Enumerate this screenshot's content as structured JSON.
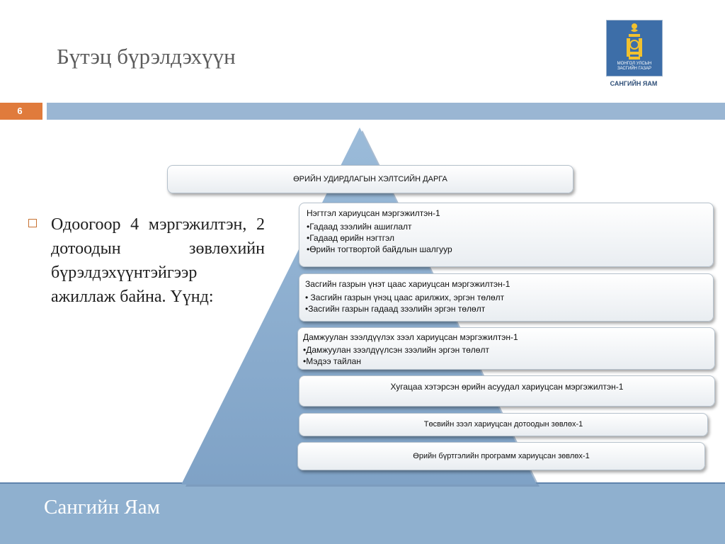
{
  "slide": {
    "title": "Бүтэц бүрэлдэхүүн",
    "number": "6",
    "footer": "Сангийн Яам"
  },
  "logo": {
    "line1": "МОНГОЛ УЛСЫН",
    "line2": "ЗАСГИЙН ГАЗАР",
    "ministry": "САНГИЙН ЯАМ"
  },
  "content": {
    "text": "Одоогоор 4 мэргэжилтэн, 2 дотоодын зөвлөхийн бүрэлдэхүүнтэйгээр ажиллаж байна. Үүнд:"
  },
  "org": {
    "head": "ӨРИЙН УДИРДЛАГЫН ХЭЛТСИЙН ДАРГА",
    "units": [
      {
        "title": "Нэгтгэл хариуцсан мэргэжилтэн-1",
        "items": [
          "•Гадаад зээлийн ашиглалт",
          "•Гадаад өрийн нэгтгэл",
          "•Өрийн тогтвортой байдлын шалгуур"
        ]
      },
      {
        "title": "Засгийн газрын үнэт цаас хариуцсан мэргэжилтэн-1",
        "items": [
          "• Засгийн газрын үнэц цаас арилжих, эргэн төлөлт",
          "•Засгийн газрын гадаад зээлийн эргэн төлөлт"
        ]
      },
      {
        "title": "Дамжуулан зээлдүүлэх зээл хариуцсан мэргэжилтэн-1",
        "items": [
          "•Дамжуулан зээлдүүлсэн зээлийн эргэн төлөлт",
          "•Мэдээ тайлан"
        ]
      },
      {
        "title": "Хугацаа хэтэрсэн өрийн асуудал хариуцсан мэргэжилтэн-1"
      },
      {
        "title": "Төсвийн зээл хариуцсан дотоодын зөвлөх-1"
      },
      {
        "title": "Өрийн бүртгэлийн программ хариуцсан зөвлөх-1"
      }
    ]
  }
}
